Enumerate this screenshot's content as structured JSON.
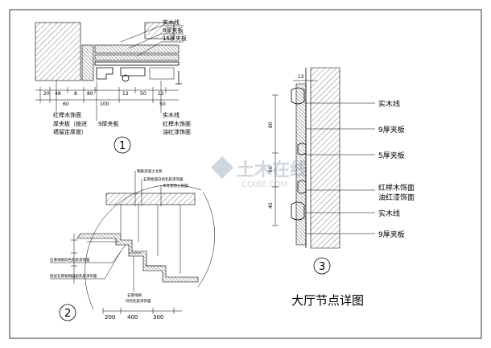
{
  "watermark": {
    "main": "土木在线",
    "sub": "COIBE.COM"
  },
  "title": "大厅节点详图",
  "detail1": {
    "number": "1",
    "top_labels": [
      "实木线",
      "9厚夹板",
      "15厚夹板"
    ],
    "right_labels": [
      "实木线",
      "红榉木饰面",
      "油红漆饰面"
    ],
    "left_labels": [
      "红榉木饰面",
      "厚夹板（按进",
      "墙留定厚度）"
    ],
    "bottom_label": "9厚夹板",
    "dims_upper": [
      "20",
      "48",
      "8",
      "80",
      "12",
      "50",
      "12"
    ],
    "dims_lower": [
      "60",
      "100",
      "50"
    ]
  },
  "detail2": {
    "number": "2",
    "labels_top": [
      "钢筋混凝土龙骨",
      "石膏板面白色乳胶漆饰面",
      "木龙骨防火处理"
    ],
    "labels_left": [
      "石膏线刷白色乳胶漆饰面",
      "底层石膏板刷白色乳胶漆饰面"
    ],
    "label_bottom": [
      "石膏线刷",
      "白色乳胶漆饰面"
    ],
    "dims": [
      "200",
      "400",
      "300"
    ]
  },
  "detail3": {
    "number": "3",
    "top_dim": "12",
    "side_dims": [
      "80",
      "60",
      "40"
    ],
    "labels": [
      "实木线",
      "9厚夹板",
      "5厚夹板",
      "红榉木饰面",
      "油红漆饰面",
      "实木线",
      "9厚夹板"
    ]
  }
}
